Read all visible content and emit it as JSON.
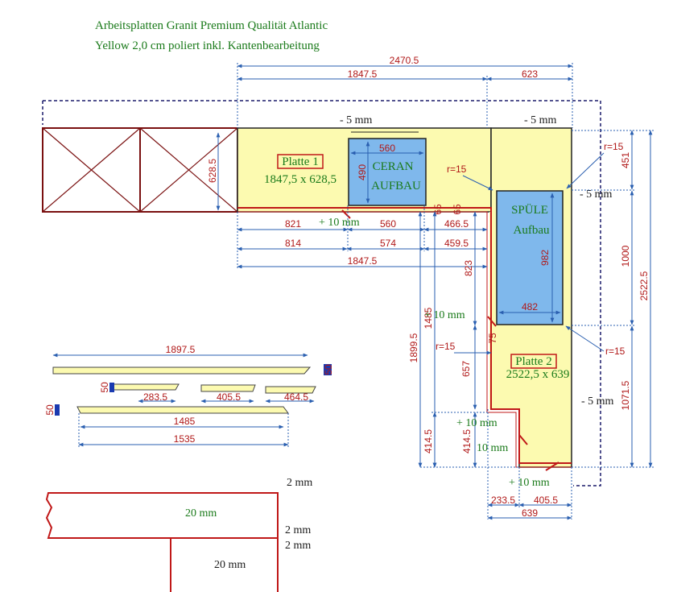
{
  "header": {
    "line1": "Arbeitsplatten Granit Premium Qualität Atlantic",
    "line2": "Yellow 2,0 cm poliert inkl. Kantenbearbeitung"
  },
  "colors": {
    "slab": "#fcfab0",
    "sink": "#7fb8ec",
    "edge": "#c01818",
    "cabinet": "#7a1010",
    "dim": "#2a5fb0",
    "text_green": "#1a7a1a",
    "text_red": "#b01818"
  },
  "top": {
    "overall": "2470.5",
    "left": "1847.5",
    "right": "623",
    "minus_left": "- 5 mm",
    "minus_right": "- 5 mm"
  },
  "plate1": {
    "title": "Platte 1",
    "size": "1847,5 x 628,5",
    "depth": "628.5",
    "cutout_title_1": "CERAN",
    "cutout_title_2": "AUFBAU",
    "cutout_w": "560",
    "cutout_h": "490",
    "radius": "r=15",
    "plus10": "+ 10 mm",
    "row1": [
      "821",
      "560",
      "466.5"
    ],
    "row2": [
      "814",
      "574",
      "459.5"
    ],
    "total": "1847.5",
    "small_a": "65",
    "small_b": "65"
  },
  "plate2": {
    "title": "Platte 2",
    "size": "2522,5 x 639",
    "sink_title_1": "SPÜLE",
    "sink_title_2": "Aufbau",
    "sink_w": "482",
    "sink_h": "982",
    "radius_top": "r=15",
    "radius_bottom": "r=15",
    "radius_left": "r=15",
    "minus_mid": "- 5 mm",
    "minus_low": "- 5 mm",
    "v_451": "451",
    "v_1000": "1000",
    "v_2522": "2522.5",
    "v_1071": "1071.5",
    "v_823": "823",
    "v_1485": "1485",
    "v_1899": "1899.5",
    "v_657": "657",
    "v_414a": "414.5",
    "v_414b": "414.5",
    "plus10_a": "+ 10 mm",
    "plus10_b": "+ 10 mm",
    "plus10_c": "10 mm",
    "plus10_d": "+ 10 mm",
    "bottom_a": "233.5",
    "bottom_b": "405.5",
    "bottom_total": "639",
    "small_v": "75"
  },
  "strips": {
    "long": "1897.5",
    "long_h": "50",
    "s1": "283.5",
    "s2": "405.5",
    "s3": "464.5",
    "s_h": "50",
    "mid": "1485",
    "mid_total": "1535",
    "mid_h": "50"
  },
  "section": {
    "top_gap": "2 mm",
    "upper": "20 mm",
    "mid_gap_a": "2 mm",
    "mid_gap_b": "2 mm",
    "lower": "20 mm"
  }
}
